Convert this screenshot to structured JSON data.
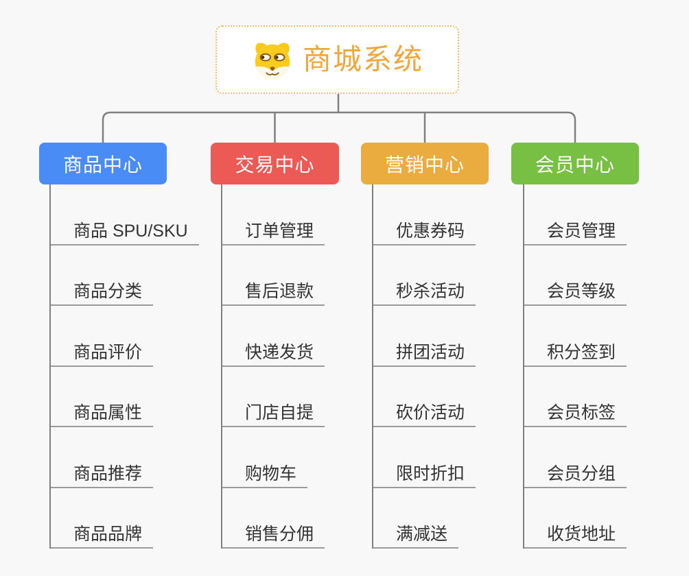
{
  "root": {
    "title": "商城系统",
    "icon": "dog-face-icon"
  },
  "branches": [
    {
      "label": "商品中心",
      "color": "#4A8CF5",
      "children": [
        "商品 SPU/SKU",
        "商品分类",
        "商品评价",
        "商品属性",
        "商品推荐",
        "商品品牌"
      ]
    },
    {
      "label": "交易中心",
      "color": "#EC5A55",
      "children": [
        "订单管理",
        "售后退款",
        "快递发货",
        "门店自提",
        "购物车",
        "销售分佣"
      ]
    },
    {
      "label": "营销中心",
      "color": "#EBAC3F",
      "children": [
        "优惠券码",
        "秒杀活动",
        "拼团活动",
        "砍价活动",
        "限时折扣",
        "满减送"
      ]
    },
    {
      "label": "会员中心",
      "color": "#77C044",
      "children": [
        "会员管理",
        "会员等级",
        "积分签到",
        "会员标签",
        "会员分组",
        "收货地址"
      ]
    }
  ],
  "colors": {
    "background": "#F8F8F8",
    "connector": "#7F7F7F",
    "underline": "#9A9A9A",
    "item_text": "#333333",
    "root_accent": "#F0A73C",
    "root_border": "#F2BC66",
    "node_text": "#FFFFFF"
  }
}
